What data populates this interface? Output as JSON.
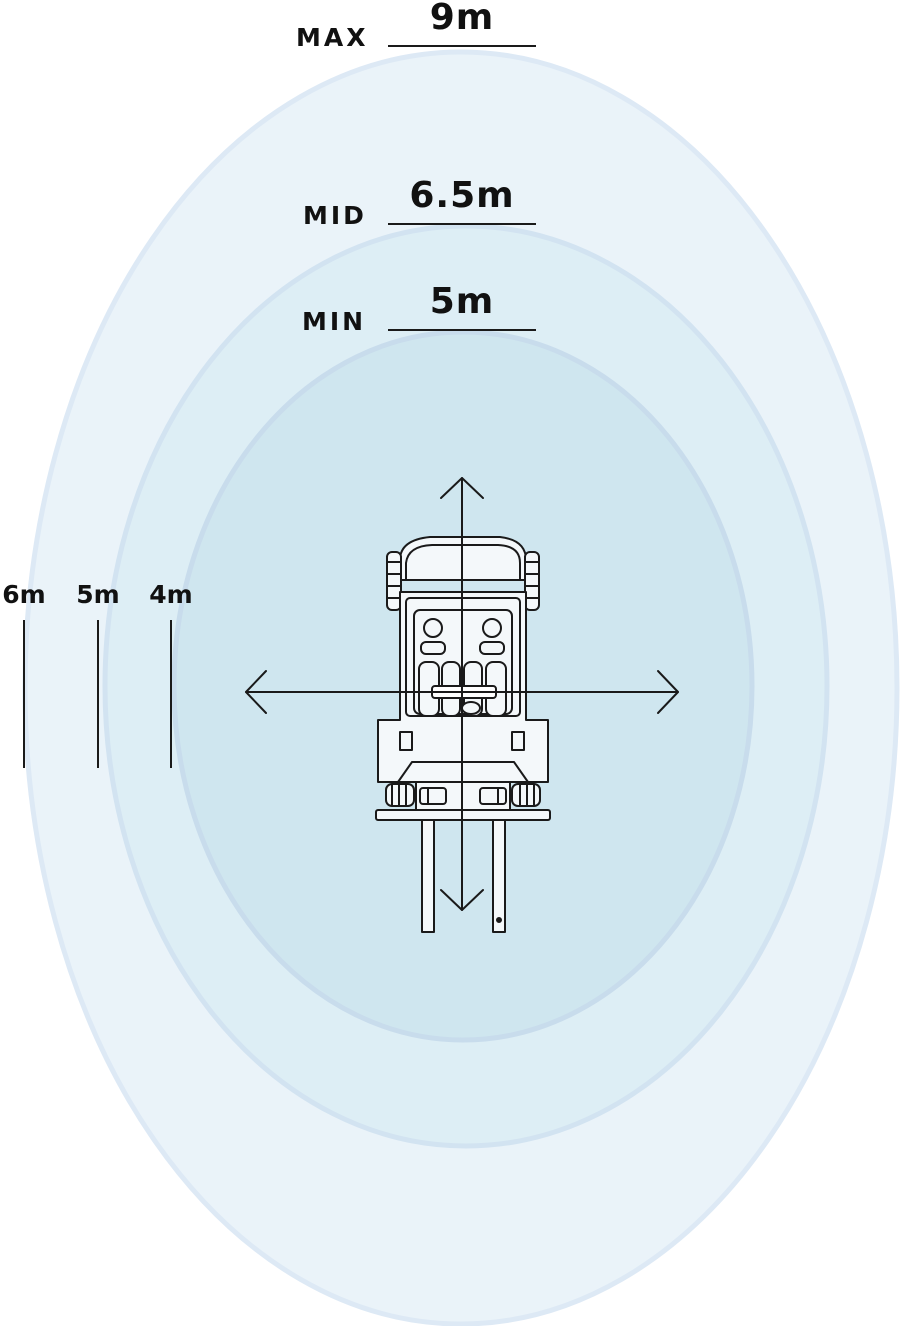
{
  "zones": {
    "max": {
      "label": "MAX",
      "value": "9m",
      "color": "#eaf3f9",
      "stroke": "#dde9f5"
    },
    "mid": {
      "label": "MID",
      "value": "6.5m",
      "color": "#ddeef5",
      "stroke": "#d2e3f1"
    },
    "min": {
      "label": "MIN",
      "value": "5m",
      "color": "#cfe6ef",
      "stroke": "#c8dcec"
    }
  },
  "side_widths": {
    "max": "6m",
    "mid": "5m",
    "min": "4m"
  },
  "colors": {
    "line": "#1a1a1a",
    "vehicle_fill": "#f4f8fa"
  },
  "icons": {
    "vehicle": "forklift-top-view-icon",
    "arrows": "four-way-arrows-icon"
  }
}
